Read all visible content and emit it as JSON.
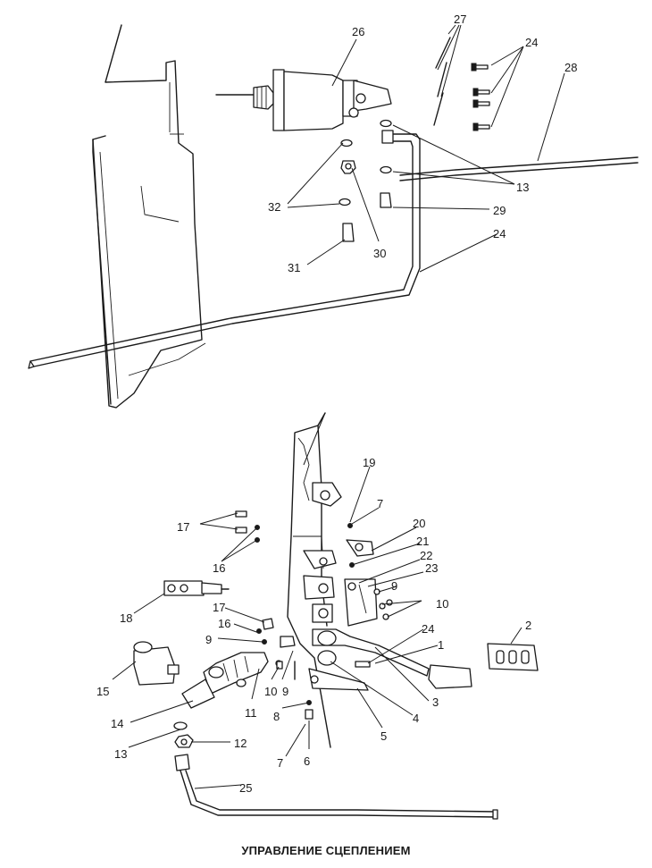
{
  "caption": "УПРАВЛЕНИЕ СЦЕПЛЕНИЕМ",
  "callouts": {
    "c26": "26",
    "c27": "27",
    "c24a": "24",
    "c28": "28",
    "c13a": "13",
    "c32": "32",
    "c29": "29",
    "c30": "30",
    "c31": "31",
    "c24b": "24",
    "c19": "19",
    "c7a": "7",
    "c20": "20",
    "c17a": "17",
    "c21": "21",
    "c22": "22",
    "c16a": "16",
    "c23": "23",
    "c9a": "9",
    "c10a": "10",
    "c18": "18",
    "c17b": "17",
    "c2": "2",
    "c16b": "16",
    "c24c": "24",
    "c9b": "9",
    "c1": "1",
    "c15": "15",
    "c10b": "10",
    "c9c": "9",
    "c11": "11",
    "c3": "3",
    "c14": "14",
    "c8": "8",
    "c4": "4",
    "c5": "5",
    "c13b": "13",
    "c12": "12",
    "c7b": "7",
    "c6": "6",
    "c25": "25"
  }
}
